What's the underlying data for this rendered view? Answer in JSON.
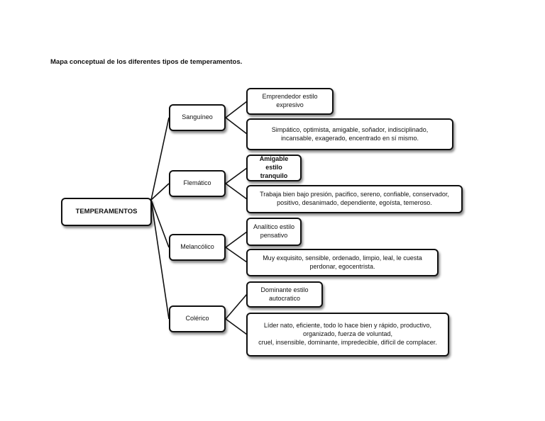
{
  "title": "Mapa conceptual de los diferentes tipos de temperamentos.",
  "root": "TEMPERAMENTOS",
  "temperaments": [
    {
      "name": "Sanguíneo",
      "style": "Emprendedor estilo expresivo",
      "traits": [
        "Simpático, optimista, amigable, soñador, indisciplinado,",
        "incansable,  exagerado, encentrado en sí mismo."
      ]
    },
    {
      "name": "Flemático",
      "style": "Amigable estilo tranquilo",
      "traits": [
        "Trabaja bien bajo presión, pacifico, sereno, confiable, conservador,",
        "positivo, desanimado, dependiente, egoísta, temeroso."
      ]
    },
    {
      "name": "Melancólico",
      "style": "Analítico estilo pensativo",
      "traits": [
        "Muy exquisito, sensible, ordenado, limpio, leal, le cuesta",
        "perdonar, egocentrista."
      ]
    },
    {
      "name": "Colérico",
      "style": "Dominante estilo autocratico",
      "traits": [
        "Líder nato, eficiente, todo lo hace bien y rápido, productivo,",
        "organizado, fuerza de voluntad,",
        "cruel, insensible, dominante, impredecible, difícil de complacer."
      ]
    }
  ]
}
